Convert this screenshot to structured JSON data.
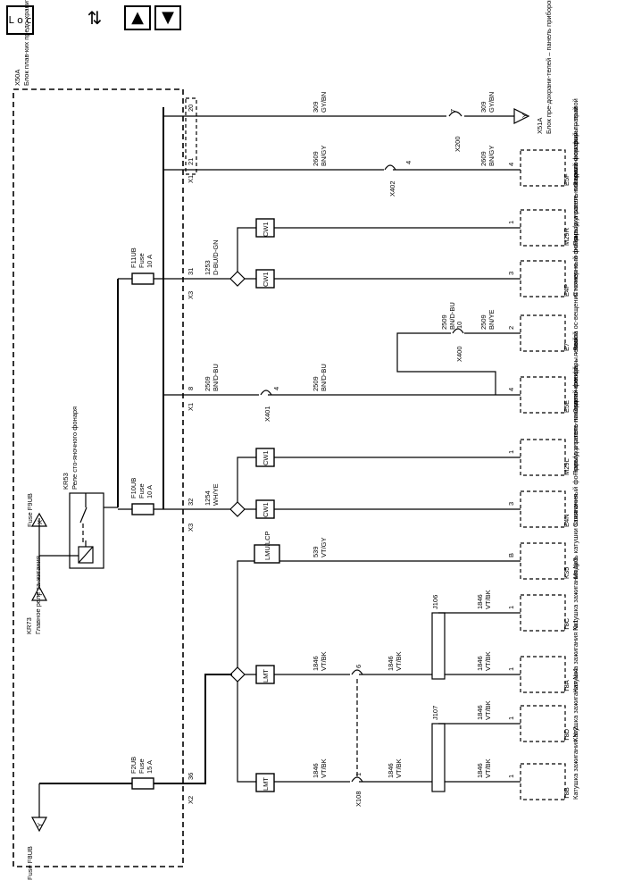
{
  "toolbar": {
    "legend_label": "L o c",
    "legend_icon": "legend-icon",
    "swap_icon": "swap-icon",
    "up_icon": "arrow-up-icon",
    "down_icon": "arrow-down-icon"
  },
  "block_x50a": {
    "id": "X50A",
    "name": "Блок плав-ких предо-хранителей – в мотор-ном отсеке"
  },
  "relay_kr53": {
    "id": "KR53",
    "name": "Реле сто-яночного фонаря"
  },
  "relay_kr73": {
    "id": "KR73",
    "name": "Главное реле за-жигания"
  },
  "fuse_f9ub": {
    "name": "Fuse F9UB",
    "pin": "X"
  },
  "fuse_f8ub": {
    "name": "Fuse F8UB",
    "pin": "Y"
  },
  "kr73_pin": "T",
  "fuses": [
    {
      "id": "F11UB",
      "type": "Fuse",
      "rating": "10 A"
    },
    {
      "id": "F10UB",
      "type": "Fuse",
      "rating": "10 A"
    },
    {
      "id": "F2UB",
      "type": "Fuse",
      "rating": "15 A"
    }
  ],
  "pins": [
    {
      "conn": "X1",
      "pin": "20"
    },
    {
      "conn": "X1",
      "pin": "21"
    },
    {
      "conn": "X3",
      "pin": "31"
    },
    {
      "conn": "X1",
      "pin": "8"
    },
    {
      "conn": "X3",
      "pin": "32"
    },
    {
      "conn": "X2",
      "pin": "36"
    }
  ],
  "wires": [
    {
      "circuit": "309",
      "color": "GY/BN"
    },
    {
      "circuit": "309",
      "color": "GY/BN"
    },
    {
      "circuit": "2609",
      "color": "BN/GY"
    },
    {
      "circuit": "2609",
      "color": "BN/GY"
    },
    {
      "circuit": "1253",
      "color": "D-BU/D-GN"
    },
    {
      "circuit": "2509",
      "color": "BN/D-BU"
    },
    {
      "circuit": "2509",
      "color": "BN/YE"
    },
    {
      "circuit": "2509",
      "color": "BN/D-BU"
    },
    {
      "circuit": "2509",
      "color": "BN/D-BU"
    },
    {
      "circuit": "1254",
      "color": "WH/YE"
    },
    {
      "circuit": "539",
      "color": "VT/GY"
    },
    {
      "circuit": "1846",
      "color": "VT/BK"
    },
    {
      "circuit": "1846",
      "color": "VT/BK"
    },
    {
      "circuit": "1846",
      "color": "VT/BK"
    },
    {
      "circuit": "1846",
      "color": "VT/BK"
    },
    {
      "circuit": "1846",
      "color": "VT/BK"
    },
    {
      "circuit": "1846",
      "color": "VT/BK"
    },
    {
      "circuit": "1846",
      "color": "VT/BK"
    },
    {
      "circuit": "1846",
      "color": "VT/BK"
    }
  ],
  "inline_connectors": [
    {
      "id": "X200",
      "pin": "7"
    },
    {
      "id": "X402",
      "pin": "4"
    },
    {
      "id": "X400",
      "pin": "10"
    },
    {
      "id": "X401",
      "pin": "4"
    },
    {
      "id": "X108",
      "pin": "6"
    },
    {
      "id": "X108",
      "pin": "1"
    }
  ],
  "splices": [
    {
      "id": "J106"
    },
    {
      "id": "J107"
    }
  ],
  "tags": [
    "CW1",
    "CW1",
    "CW1",
    "CW1",
    "LMU/LCP",
    "LMT",
    "LMT"
  ],
  "components": [
    {
      "id": "X51A",
      "pin": "Y",
      "name": "Блок пре-дохрани-телей – панель приборов"
    },
    {
      "id": "E5F",
      "pin": "4",
      "name": "Задний фонарь – правый"
    },
    {
      "id": "M29R",
      "pin": "1",
      "name": "Привод управле-ния накло-ном фары – правой"
    },
    {
      "id": "E4P",
      "pin": "3",
      "name": "Стояноч-ный фо-нарь/ука-затель поворота – правый"
    },
    {
      "id": "E7",
      "pin": "2",
      "name": "Лампа ос-вещения номерно-го знака"
    },
    {
      "id": "E5E",
      "pin": "4",
      "name": "Задний фонарь – левый"
    },
    {
      "id": "M29L",
      "pin": "1",
      "name": "Привод управле-ния накло-ном фары – левой"
    },
    {
      "id": "E4N",
      "pin": "3",
      "name": "Стояноч-ный фо-нарь/ука-затель поворота – левый"
    },
    {
      "id": "K35",
      "pin": "B",
      "name": "Модуль катушки зажигания"
    },
    {
      "id": "T8C",
      "pin": "1",
      "name": "Катушка зажигания №3"
    },
    {
      "id": "T8A",
      "pin": "1",
      "name": "Катушка зажигания №1"
    },
    {
      "id": "T8D",
      "pin": "1",
      "name": "Катушка зажигания №4"
    },
    {
      "id": "T8B",
      "pin": "1",
      "name": "Катушка зажигания №2"
    }
  ]
}
